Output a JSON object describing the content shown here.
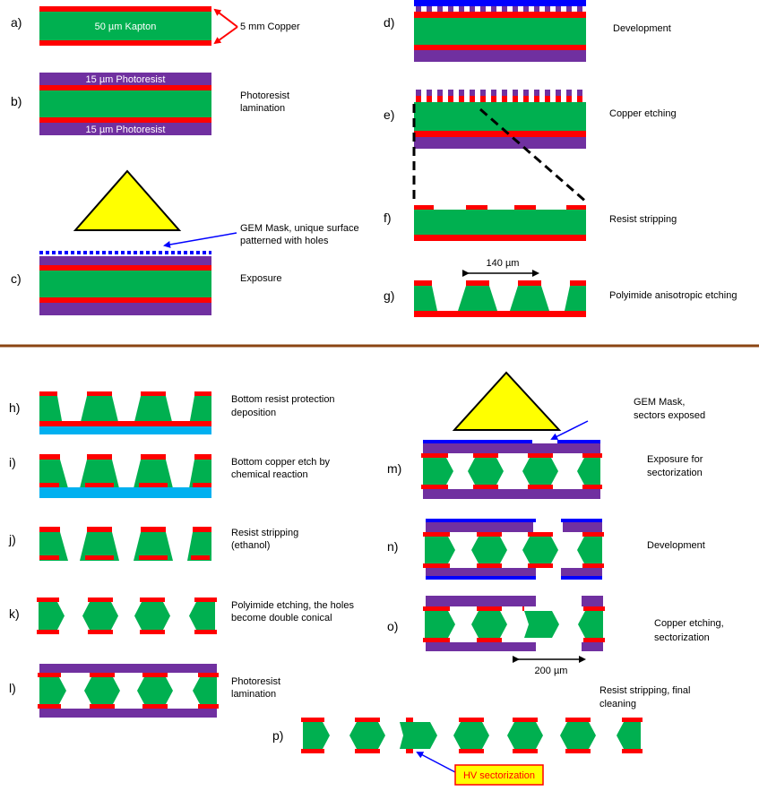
{
  "colors": {
    "copper": "#ff0000",
    "kapton": "#00b050",
    "resist": "#7030a0",
    "mask": "#0000ff",
    "bottom_protect": "#00b0f0",
    "mask_triangle": "#ffff00",
    "divider": "#8b4513",
    "arrow_red": "#ff0000",
    "arrow_blue": "#0000ff"
  },
  "steps": {
    "a": {
      "letter": "a)",
      "inner_label": "50 µm Kapton",
      "callout": "5 mm Copper"
    },
    "b": {
      "letter": "b)",
      "top_label": "15 µm Photoresist",
      "bottom_label": "15 µm Photoresist",
      "caption": [
        "Photoresist",
        "lamination"
      ]
    },
    "c": {
      "letter": "c)",
      "mask_callout": [
        "GEM Mask, unique surface",
        "patterned with holes"
      ],
      "caption": "Exposure"
    },
    "d": {
      "letter": "d)",
      "caption": "Development"
    },
    "e": {
      "letter": "e)",
      "caption": "Copper etching"
    },
    "f": {
      "letter": "f)",
      "caption": "Resist stripping"
    },
    "g": {
      "letter": "g)",
      "dimension": "140 µm",
      "caption": "Polyimide anisotropic etching"
    },
    "h": {
      "letter": "h)",
      "caption": [
        "Bottom resist protection",
        "deposition"
      ]
    },
    "i": {
      "letter": "i)",
      "caption": [
        "Bottom copper etch by",
        "chemical reaction"
      ]
    },
    "j": {
      "letter": "j)",
      "caption": [
        "Resist stripping",
        "(ethanol)"
      ]
    },
    "k": {
      "letter": "k)",
      "caption": [
        "Polyimide etching, the holes",
        "become double conical"
      ]
    },
    "l": {
      "letter": "l)",
      "caption": [
        "Photoresist",
        "lamination"
      ]
    },
    "m": {
      "letter": "m)",
      "mask_callout": [
        "GEM Mask,",
        "sectors exposed"
      ],
      "caption": [
        "Exposure for",
        "sectorization"
      ]
    },
    "n": {
      "letter": "n)",
      "caption": "Development"
    },
    "o": {
      "letter": "o)",
      "dimension": "200 µm",
      "caption": [
        "Copper etching,",
        "sectorization"
      ]
    },
    "p": {
      "letter": "p)",
      "caption": [
        "Resist stripping, final",
        "cleaning"
      ],
      "callout": "HV sectorization"
    }
  }
}
